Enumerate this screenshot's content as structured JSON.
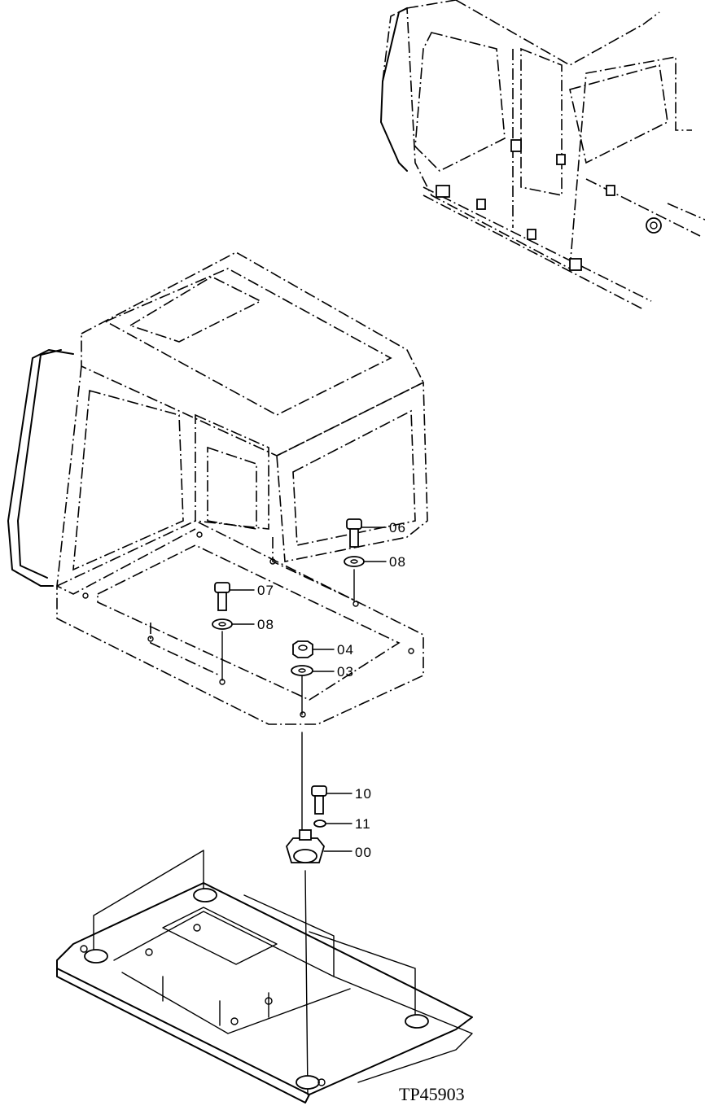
{
  "diagram": {
    "drawing_code": "TP45903",
    "callouts": [
      "06",
      "08",
      "07",
      "08",
      "04",
      "03",
      "10",
      "11",
      "00"
    ]
  }
}
